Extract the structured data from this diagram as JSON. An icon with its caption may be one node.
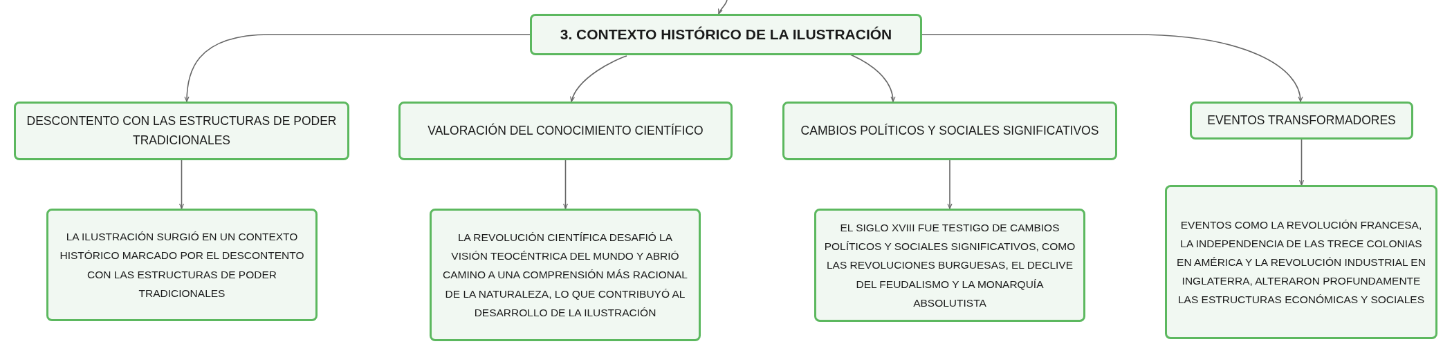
{
  "diagram": {
    "nodes": [
      {
        "text": [
          "3. CONTEXTO HISTÓRICO DE LA ILUSTRACIÓN"
        ]
      },
      {
        "text": [
          "DESCONTENTO CON LAS ESTRUCTURAS DE PODER TRADICIONALES"
        ]
      },
      {
        "text": [
          "VALORACIÓN DEL CONOCIMIENTO CIENTÍFICO"
        ]
      },
      {
        "text": [
          "CAMBIOS POLÍTICOS Y SOCIALES SIGNIFICATIVOS"
        ]
      },
      {
        "text": [
          "EVENTOS TRANSFORMADORES"
        ]
      },
      {
        "text": [
          "LA ILUSTRACIÓN SURGIÓ EN UN CONTEXTO HISTÓRICO MARCADO POR EL DESCONTENTO CON LAS ESTRUCTURAS DE PODER TRADICIONALES"
        ]
      },
      {
        "text": [
          "LA REVOLUCIÓN CIENTÍFICA DESAFIÓ LA VISIÓN TEOCÉNTRICA DEL MUNDO Y ABRIÓ CAMINO A UNA COMPRENSIÓN MÁS RACIONAL DE LA NATURALEZA, LO QUE CONTRIBUYÓ AL DESARROLLO DE LA ILUSTRACIÓN"
        ]
      },
      {
        "text": [
          "EL SIGLO XVIII FUE TESTIGO DE CAMBIOS POLÍTICOS Y SOCIALES SIGNIFICATIVOS, COMO LAS REVOLUCIONES BURGUESAS, EL DECLIVE DEL FEUDALISMO Y LA MONARQUÍA ABSOLUTISTA"
        ]
      },
      {
        "text": [
          "EVENTOS COMO LA REVOLUCIÓN FRANCESA, LA INDEPENDENCIA DE LAS TRECE COLONIAS EN AMÉRICA Y LA REVOLUCIÓN INDUSTRIAL EN INGLATERRA, ALTERARON PROFUNDAMENTE LAS ESTRUCTURAS ECONÓMICAS Y SOCIALES"
        ]
      }
    ],
    "edges": [
      {
        "from": null,
        "to": 0,
        "arrow": "to"
      },
      {
        "from": 0,
        "to": 1,
        "arrow": "to"
      },
      {
        "from": 0,
        "to": 2,
        "arrow": "to"
      },
      {
        "from": 0,
        "to": 3,
        "arrow": "to"
      },
      {
        "from": 0,
        "to": 4,
        "arrow": "to"
      },
      {
        "from": 1,
        "to": 5,
        "arrow": "to"
      },
      {
        "from": 2,
        "to": 6,
        "arrow": "to"
      },
      {
        "from": 3,
        "to": 7,
        "arrow": "to"
      },
      {
        "from": 4,
        "to": 8,
        "arrow": "to"
      }
    ]
  }
}
